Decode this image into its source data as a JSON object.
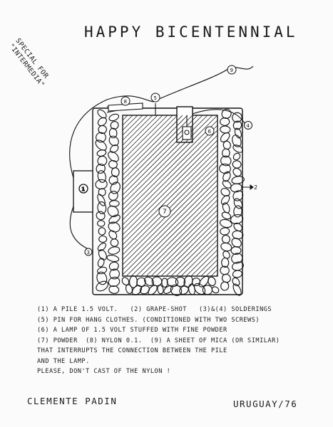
{
  "title": "HAPPY  BICENTENNIAL",
  "side_note": "SPECIAL FOR \"INTERMEDIA\"",
  "callouts": {
    "c1": "1",
    "c2": "2",
    "c3": "3",
    "c4": "4",
    "c5": "5",
    "c6": "6",
    "c7": "7",
    "c8": "8",
    "c9": "9"
  },
  "legend": {
    "line1": "(1) A PILE 1.5 VOLT.   (2) GRAPE-SHOT   (3)&(4) SOLDERINGS",
    "line2": "(5) PIN FOR HANG CLOTHES. (CONDITIONED WITH TWO SCREWS)",
    "line3": "(6) A LAMP OF 1.5 VOLT STUFFED WITH FINE POWDER",
    "line4": "(7) POWDER  (8) NYLON 0.1.  (9) A SHEET OF MICA (OR SIMILAR)",
    "line5": "THAT INTERRUPTS THE CONNECTION BETWEEN THE PILE",
    "line6": "AND THE LAMP.",
    "line7": "PLEASE, DON'T CAST OF THE NYLON !"
  },
  "signature": "CLEMENTE PADIN",
  "place_date": "URUGUAY/76"
}
